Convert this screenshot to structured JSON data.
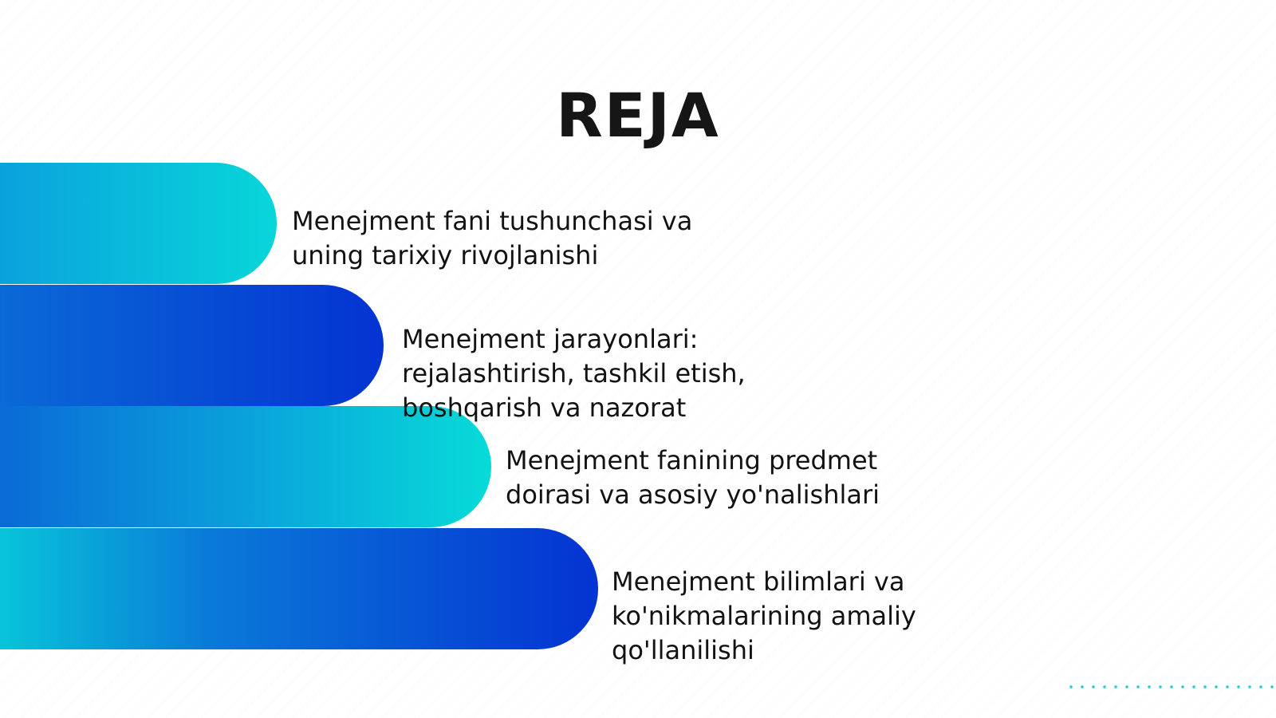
{
  "slide": {
    "title": "REJA",
    "items": [
      {
        "lines": [
          "Menejment fani tushunchasi va",
          "uning tarixiy rivojlanishi"
        ]
      },
      {
        "lines": [
          "Menejment jarayonlari:",
          "rejalashtirish, tashkil etish,",
          "boshqarish va nazorat"
        ]
      },
      {
        "lines": [
          "Menejment fanining predmet",
          "doirasi va asosiy yo'nalishlari"
        ]
      },
      {
        "lines": [
          "Menejment bilimlari va",
          "ko'nikmalarining amaliy",
          "qo'llanilishi"
        ]
      }
    ]
  },
  "colors": {
    "cyan": "#08d6d9",
    "blue": "#0433d2",
    "text": "#121212",
    "dots": "#22d0c8"
  }
}
